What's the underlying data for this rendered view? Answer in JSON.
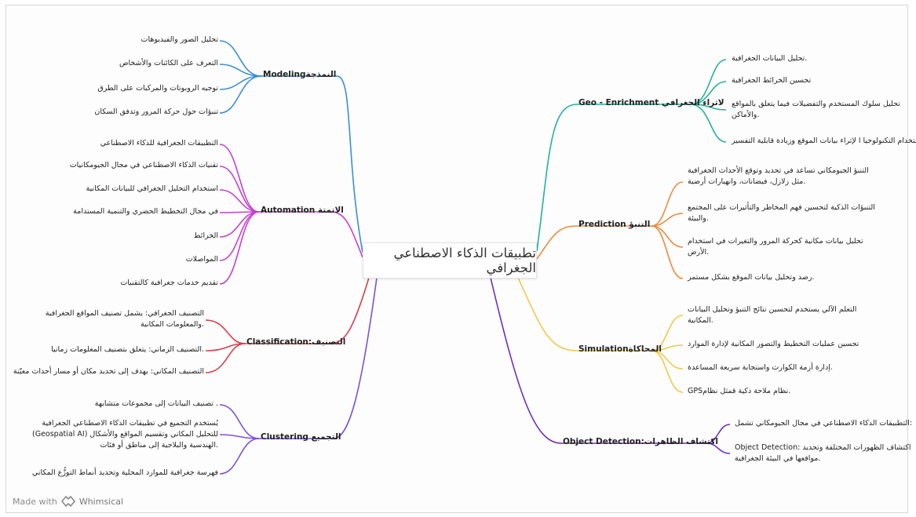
{
  "center_title": "تطبيقات الذكاء الاصطناعي الجغرافي",
  "footer": {
    "made_with": "Made with",
    "brand": "Whimsical"
  },
  "colors": {
    "modeling": "#3b8fd6",
    "automation": "#c541d1",
    "classification": "#dc3c4a",
    "clustering": "#7b52db",
    "geo_enrichment": "#23b29a",
    "prediction": "#ef8a3d",
    "simulation": "#f2c94c",
    "object_detection": "#6a2fc2"
  },
  "branches": {
    "modeling": {
      "label": "النمذجةModeling",
      "items": [
        "تحليل الصور والفيديوهات",
        "التعرف على الكائنات والأشخاص",
        "توجيه الروبوتات والمركبات على الطرق",
        "تنبؤات حول حركة المرور وتدفق السكان"
      ]
    },
    "automation": {
      "label": "الاتمتة Automation",
      "items": [
        "التطبيقات الجغرافية للذكاء الاصطناعي",
        "تقنيات الذكاء الاصطناعي في مجال الجيومكانيات",
        "استخدام التحليل الجغرافي للبيانات المكانية",
        "في مجال التخطيط الحضري والتنمية المستدامة",
        "الخرائط",
        "المواصلات",
        "تقديم خدمات جغرافية كالتقنيات"
      ]
    },
    "classification": {
      "label": "التصنيف:Classification",
      "items": [
        [
          "التصنيف الجغرافي: يشمل تصنيف المواقع الجغرافية",
          ".والمعلومات المكانية"
        ],
        [
          ".التصنيف الزماني: يتعلق بتصنيف المعلومات زمانيا"
        ],
        [
          "التصنيف المكاني: يهدف إلى تحديد مكان أو مسار أحداث معيّنة"
        ]
      ]
    },
    "clustering": {
      "label": "التجميع Clustering",
      "items": [
        [
          ". تصنيف البيانات إلى مجموعات متشابهة"
        ],
        [
          "يُستخدم التجميع في تطبيقات الذكاء الاصطناعي الجغرافية",
          "للتحليل المكاني وتقسيم المواقع والأشكال (Geospatial AI)",
          ".الهندسية والبلاجية إلى مناطق أو فئات"
        ],
        [
          "فهرسة جغرافية للموارد المحلية وتحديد أنماط التوزُّع المكاني"
        ]
      ]
    },
    "geo_enrichment": {
      "label": "لاثراء الجغرافي Geo - Enrichment",
      "items": [
        [
          ".تحليل البيانات الجغرافية"
        ],
        [
          "تحسين الخرائط الجغرافية"
        ],
        [
          "تحليل سلوك المستخدم والتفضيلات فيما يتعلق بالمواقع",
          ".والأماكن"
        ],
        [
          "استخدام التكنولوجيا ا لإثراء بيانات الموقع وزيادة قابلية التفسير"
        ]
      ]
    },
    "prediction": {
      "label": "التنبؤ Prediction",
      "items": [
        [
          "التنبؤ الجيومكاني تساعد في تحديد وتوقع الأحداث الجغرافية",
          ".مثل زلازل، فيضانات، وانهيارات أرضية"
        ],
        [
          "التنبؤات الذكية لتحسين فهم المخاطر والتأثيرات على المجتمع",
          ".والبيئة"
        ],
        [
          "تحليل بيانات مكانية كحركة المرور والتغيرات في استخدام",
          ".الأرض"
        ],
        [
          ".رصد وتحليل بيانات الموقع بشكل مستمر"
        ]
      ]
    },
    "simulation": {
      "label": "المحاكاةSimulation",
      "items": [
        [
          "التعلم الآلي يستخدم لتحسين نتائج التنبؤ وتحليل البيانات",
          ".المكانية"
        ],
        [
          "تحسين عمليات التخطيط والتصور المكانية لإدارة الموارد"
        ],
        [
          ".إدارة أزمة الكوارث واستجابة سريعة المساعدة"
        ],
        [
          ".نظام ملاحة ذكية قمثل نظامGPS"
        ]
      ]
    },
    "object_detection": {
      "label": "اكتشاف الظاهرات:Object Detection",
      "items": [
        [
          ":التطبيقات الذكاء الاصطناعي في مجال الجيومكاني تشمل"
        ],
        [
          "اكتشاف الظهورات المختلفة وتحديد :Object Detection",
          ".مواقعها في البيئة الجغرافية"
        ]
      ]
    }
  }
}
